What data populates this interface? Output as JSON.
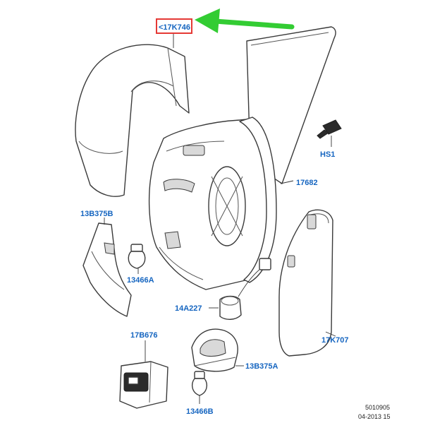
{
  "callouts": {
    "c17K746": "<17K746",
    "cHS1": "HS1",
    "c17682": "17682",
    "c13B375B": "13B375B",
    "c13466A": "13466A",
    "c14A227": "14A227",
    "c17B676": "17B676",
    "c17K707": "17K707",
    "c13B375A": "13B375A",
    "c13466B": "13466B"
  },
  "footer": {
    "ref": "5010905",
    "date": "04-2013 15"
  },
  "colors": {
    "callout_text": "#1565c0",
    "highlight_box": "#e53935",
    "arrow": "#33cc33"
  },
  "icons": {
    "arrow": "arrow-left-icon"
  }
}
